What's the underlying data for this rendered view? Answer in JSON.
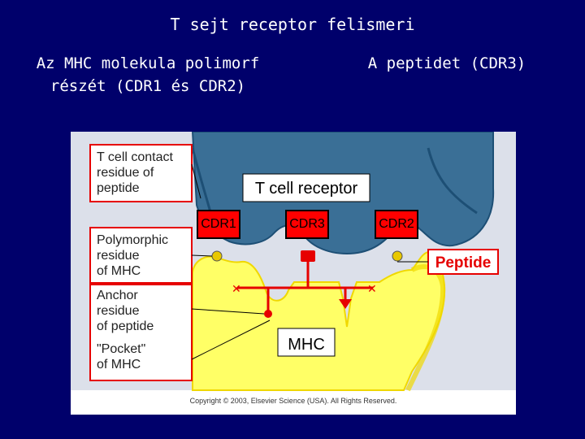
{
  "slide": {
    "title": "T sejt receptor felismeri",
    "left_line1": "Az MHC molekula polimorf",
    "left_line2": "részét (CDR1 és CDR2)",
    "right_line1": "A peptidet (CDR3)"
  },
  "figure": {
    "labels": {
      "contact_1": "T cell contact",
      "contact_2": "residue of",
      "contact_3": "peptide",
      "poly_1": "Polymorphic",
      "poly_2": "residue",
      "poly_3": "of MHC",
      "anchor_1": "Anchor",
      "anchor_2": "residue",
      "anchor_3": "of peptide",
      "pocket_1": "\"Pocket\"",
      "pocket_2": "of MHC",
      "tcr": "T cell receptor",
      "peptide": "Peptide",
      "mhc": "MHC",
      "copyright": "Copyright © 2003, Elsevier Science (USA). All Rights Reserved."
    },
    "cdr": {
      "cdr1": "CDR1",
      "cdr3": "CDR3",
      "cdr2": "CDR2"
    },
    "colors": {
      "tcr": "#3a6f96",
      "tcr_dark": "#1d4f75",
      "mhc": "#ffff66",
      "mhc_dark": "#f0d800",
      "panel_bg": "#dce0ea",
      "accent_red": "#e60000"
    }
  }
}
